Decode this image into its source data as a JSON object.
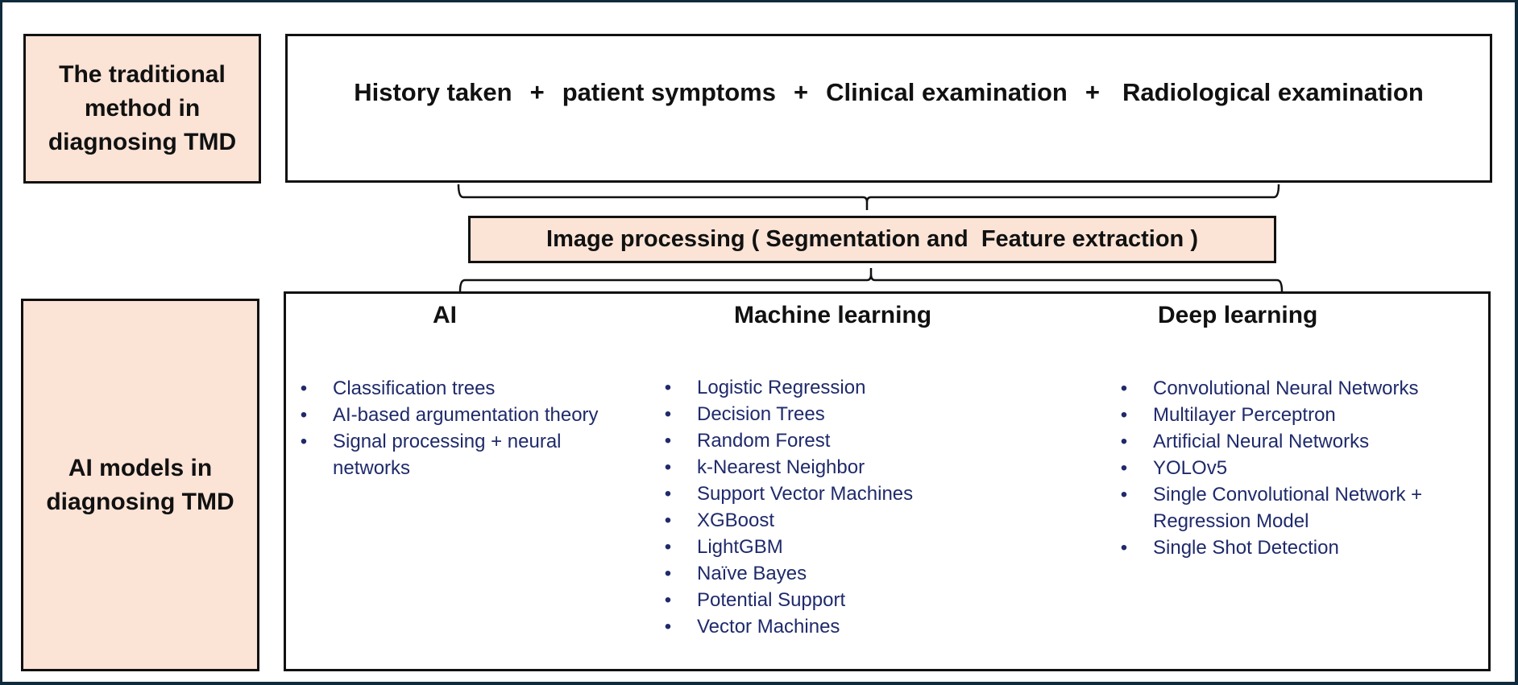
{
  "traditional": {
    "label": "The traditional method in diagnosing TMD",
    "components": [
      "History taken",
      "patient symptoms",
      "Clinical examination",
      "Radiological examination"
    ],
    "operator": "+"
  },
  "image_processing": {
    "label": "Image processing ( Segmentation and  Feature extraction )"
  },
  "ai_models": {
    "label": "AI models in diagnosing TMD",
    "columns": [
      {
        "title": "AI",
        "items": [
          "Classification trees",
          "AI-based argumentation theory",
          "Signal processing + neural networks"
        ]
      },
      {
        "title": "Machine learning",
        "items": [
          "Logistic Regression",
          "Decision Trees",
          "Random Forest",
          "k-Nearest Neighbor",
          "Support Vector Machines",
          "XGBoost",
          "LightGBM",
          "Naïve Bayes",
          "Potential Support",
          "Vector Machines"
        ]
      },
      {
        "title": "Deep learning",
        "items": [
          "Convolutional Neural Networks",
          "Multilayer Perceptron",
          "Artificial Neural Networks",
          "YOLOv5",
          "Single Convolutional Network + Regression Model",
          "Single Shot Detection"
        ]
      }
    ],
    "bullet": "•"
  },
  "colors": {
    "label_fill": "#fbe3d6",
    "border": "#111111",
    "list_text": "#1f2a6b",
    "frame": "#0f2a3a"
  }
}
